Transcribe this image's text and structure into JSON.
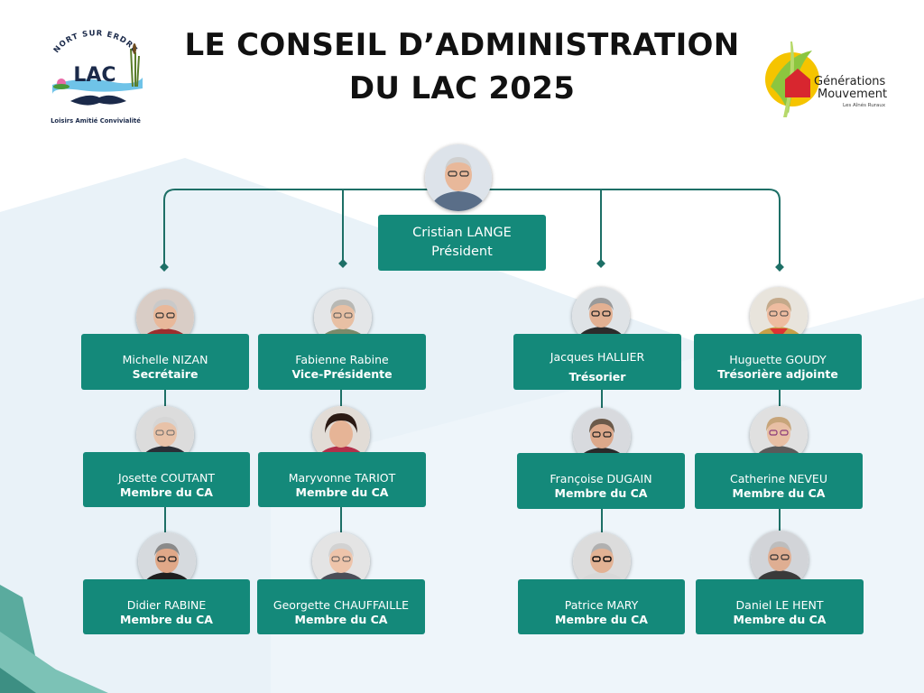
{
  "title": {
    "line1": "LE CONSEIL D’ADMINISTRATION",
    "line2": "DU LAC 2025"
  },
  "logo_left": {
    "arc": "NORT SUR ERDRE",
    "wordmark": "LAC",
    "tagline": "Loisirs Amitié Convivialité"
  },
  "logo_right": {
    "line1": "Générations",
    "line2": "Mouvement",
    "line3": "Les Aînés Ruraux"
  },
  "president": {
    "name": "Cristian LANGE",
    "role": "Président"
  },
  "members": [
    {
      "name": "Michelle NIZAN",
      "role": "Secrétaire"
    },
    {
      "name": "Fabienne Rabine",
      "role": "Vice-Présidente"
    },
    {
      "name": "Jacques HALLIER",
      "role": "Trésorier"
    },
    {
      "name": "Huguette GOUDY",
      "role": "Trésorière adjointe"
    },
    {
      "name": "Josette COUTANT",
      "role": "Membre du CA"
    },
    {
      "name": "Maryvonne TARIOT",
      "role": "Membre du CA"
    },
    {
      "name": "Françoise DUGAIN",
      "role": "Membre du CA"
    },
    {
      "name": "Catherine NEVEU",
      "role": "Membre du CA"
    },
    {
      "name": "Didier RABINE",
      "role": "Membre du CA"
    },
    {
      "name": "Georgette CHAUFFAILLE",
      "role": "Membre du CA"
    },
    {
      "name": "Patrice MARY",
      "role": "Membre du CA"
    },
    {
      "name": "Daniel LE HENT",
      "role": "Membre du CA"
    }
  ],
  "colors": {
    "teal": "#14897a",
    "line": "#1d6f66",
    "background_shape": "#e6f0f7",
    "accent_shape": "#5aab9e"
  },
  "icons": [
    "portrait-photo",
    "lac-logo",
    "generations-mouvement-logo"
  ]
}
